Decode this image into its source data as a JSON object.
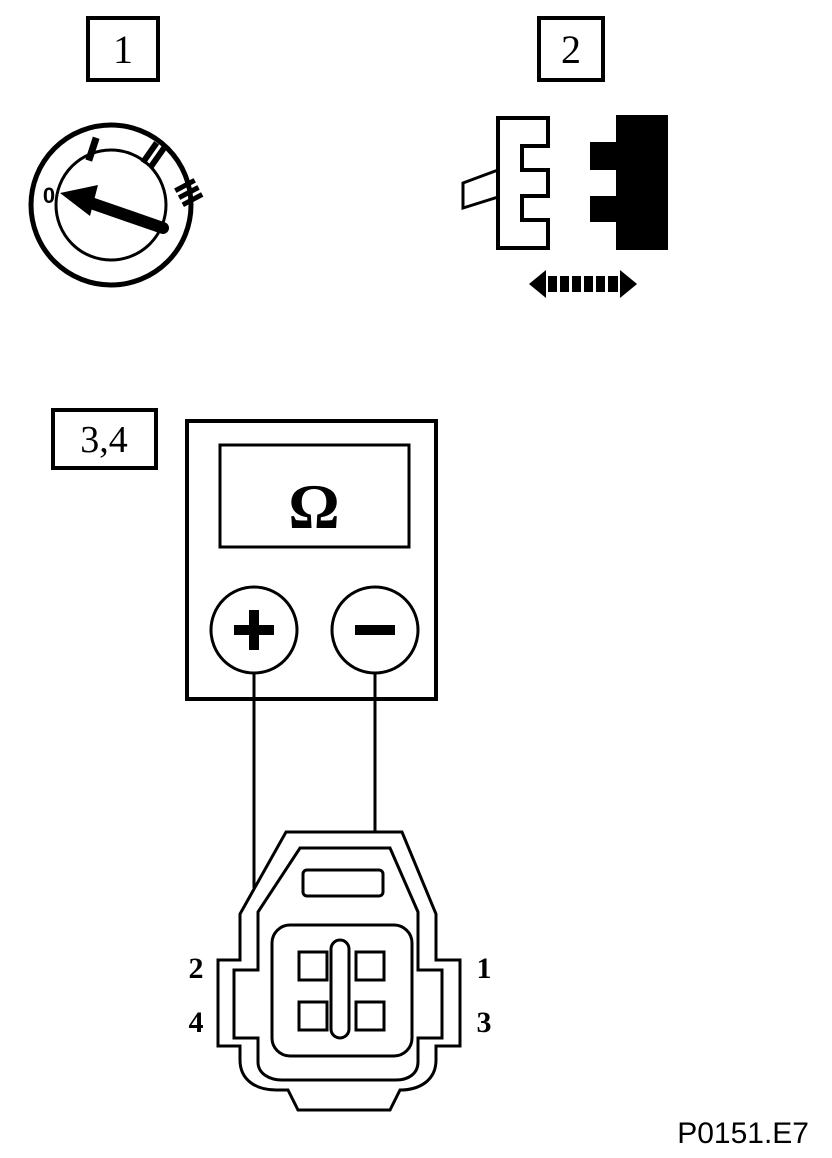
{
  "steps": [
    {
      "label": "1",
      "icon": "ignition-switch-icon",
      "positions": [
        "0",
        "I",
        "II",
        "III"
      ]
    },
    {
      "label": "2",
      "icon": "connector-disconnect-icon"
    },
    {
      "label": "3,4",
      "icon": "ohmmeter-icon"
    }
  ],
  "meter": {
    "display_symbol": "Ω",
    "plus_symbol": "+",
    "minus_symbol": "−"
  },
  "connector": {
    "pins": [
      "2",
      "1",
      "4",
      "3"
    ]
  },
  "figure_code": "P0151.E7"
}
